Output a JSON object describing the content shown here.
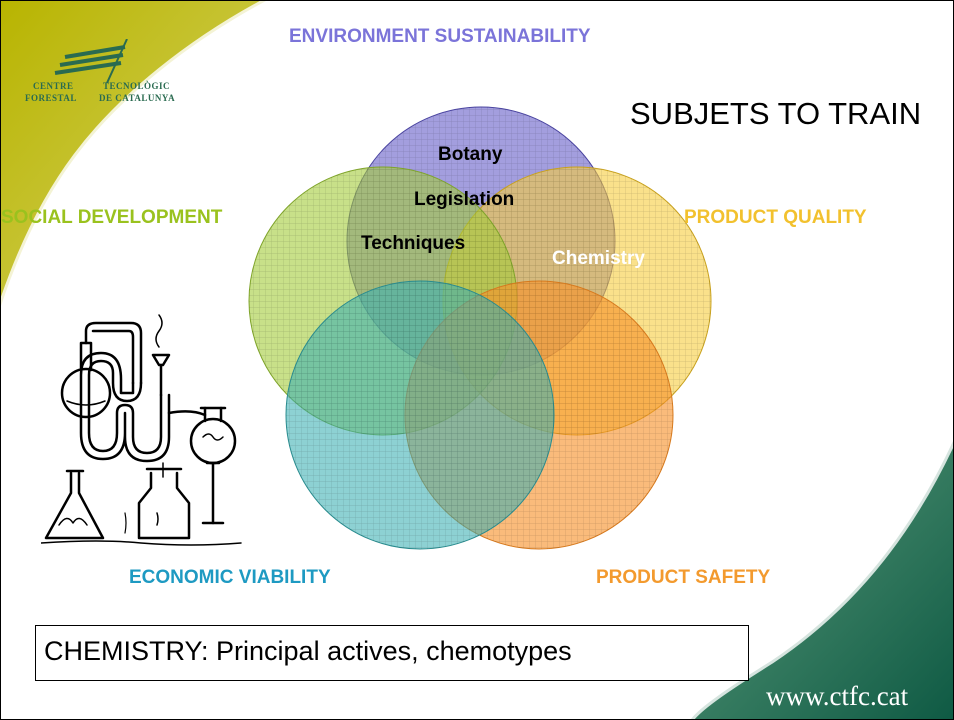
{
  "labels": {
    "top": "ENVIRONMENT SUSTAINABILITY",
    "left": "SOCIAL DEVELOPMENT",
    "right": "PRODUCT QUALITY",
    "bottom_left": "ECONOMIC VIABILITY",
    "bottom_right": "PRODUCT SAFETY"
  },
  "title": "SUBJETS TO TRAIN",
  "topics": [
    "Botany",
    "Legislation",
    "Techniques",
    "Chemistry"
  ],
  "note": "CHEMISTRY: Principal actives, chemotypes",
  "website": "www.ctfc.cat",
  "logo": {
    "line1a": "CENTRE",
    "line1b": "TECNOLÒGIC",
    "line2a": "FORESTAL",
    "line2b": "DE CATALUNYA"
  },
  "colors": {
    "top_label": "#7b74d9",
    "left_label": "#9ac21e",
    "right_label": "#f2c12e",
    "bottom_left_label": "#1e9ac2",
    "bottom_right_label": "#f39a2e",
    "circle_top": "#6a63c9",
    "circle_left": "#a4cc3a",
    "circle_right": "#f6cd3e",
    "circle_bottom_left": "#3ab0b4",
    "circle_bottom_right": "#f7922a",
    "corner_left": "#c2c218",
    "corner_right": "#1e6e57"
  }
}
